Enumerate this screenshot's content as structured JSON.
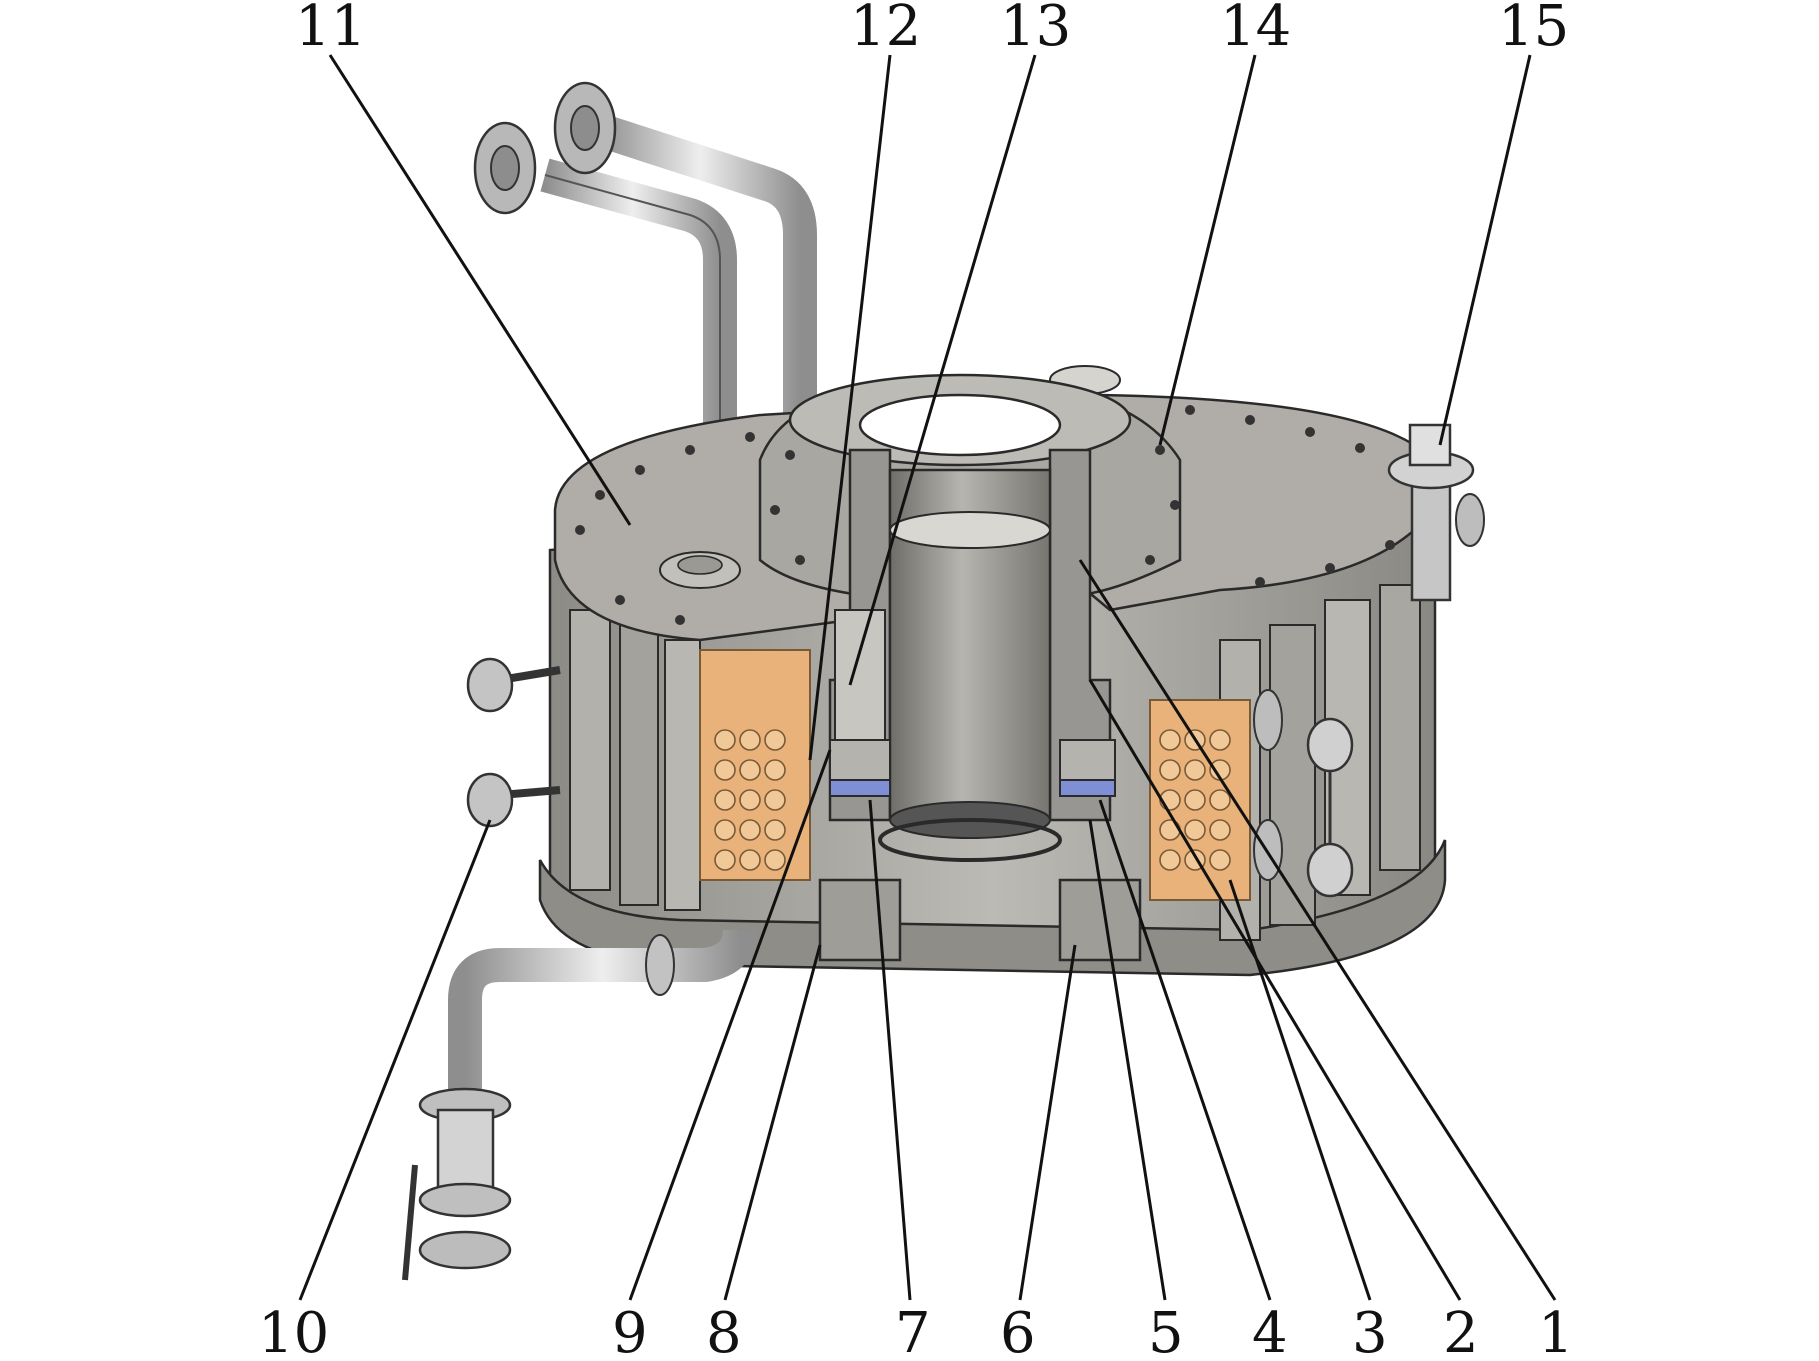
{
  "callouts": [
    {
      "id": "1",
      "label": "1"
    },
    {
      "id": "2",
      "label": "2"
    },
    {
      "id": "3",
      "label": "3"
    },
    {
      "id": "4",
      "label": "4"
    },
    {
      "id": "5",
      "label": "5"
    },
    {
      "id": "6",
      "label": "6"
    },
    {
      "id": "7",
      "label": "7"
    },
    {
      "id": "8",
      "label": "8"
    },
    {
      "id": "9",
      "label": "9"
    },
    {
      "id": "10",
      "label": "10"
    },
    {
      "id": "11",
      "label": "11"
    },
    {
      "id": "12",
      "label": "12"
    },
    {
      "id": "13",
      "label": "13"
    },
    {
      "id": "14",
      "label": "14"
    },
    {
      "id": "15",
      "label": "15"
    }
  ],
  "colors": {
    "steel": "#a3a19c",
    "steel_light": "#c9c7c2",
    "steel_dark": "#7d7b76",
    "pipe": "#d6d6d6",
    "coil": "#e8b27a",
    "blue_ring": "#7f8fd6"
  }
}
